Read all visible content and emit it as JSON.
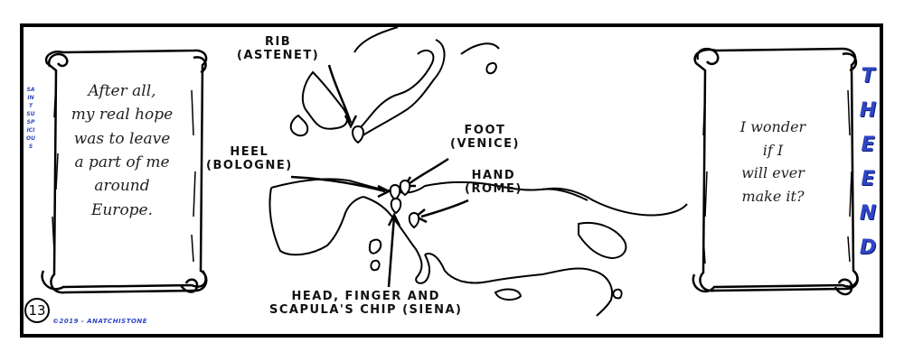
{
  "left_scroll": {
    "lines": [
      "After all,",
      "my real hope",
      "was to leave",
      "a part of me",
      "around",
      "Europe."
    ]
  },
  "right_scroll": {
    "lines": [
      "I wonder",
      "if I",
      "will ever",
      "make it?"
    ]
  },
  "side_text": "SAINT SUSPICIOUS",
  "the_end": "THE END",
  "page_number": "13",
  "copyright": "©2019 - ANATCHISTONE",
  "labels": {
    "rib": [
      "RIB",
      "(ASTENET)"
    ],
    "heel": [
      "HEEL",
      "(BOLOGNE)"
    ],
    "foot": [
      "FOOT",
      "(VENICE)"
    ],
    "hand": [
      "HAND",
      "(ROME)"
    ],
    "head": [
      "HEAD, FINGER AND",
      "SCAPULA'S CHIP (SIENA)"
    ]
  },
  "colors": {
    "accent_blue": "#2f46c4",
    "ink": "#000000"
  }
}
